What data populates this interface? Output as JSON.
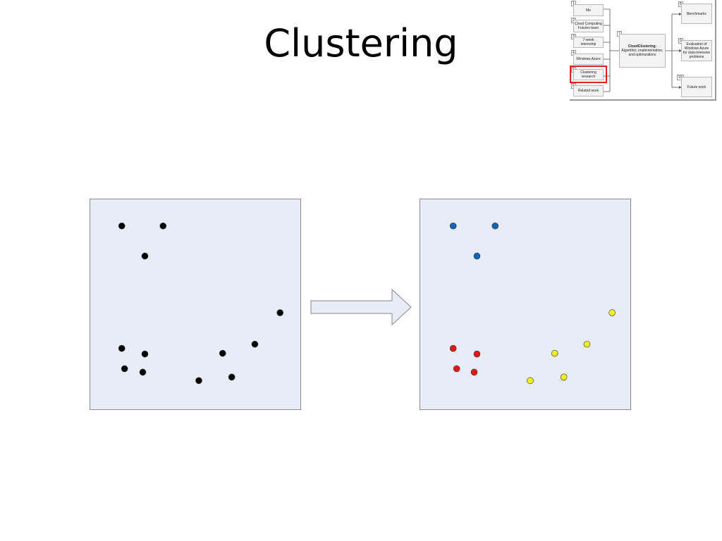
{
  "title": "Clustering",
  "thumbnail": {
    "items": [
      {
        "num": "1",
        "label": "Me"
      },
      {
        "num": "2",
        "label": "Cloud Computing Futures team"
      },
      {
        "num": "3",
        "label": "7-week internship"
      },
      {
        "num": "4",
        "label": "Windows Azure"
      },
      {
        "num": "5",
        "label": "Clustering research"
      },
      {
        "num": "6",
        "label": "Related work"
      }
    ],
    "center": {
      "num": "7",
      "title": "CloudClustering:",
      "subtitle": "Algorithm, implementation, and optimizations"
    },
    "outputs": [
      {
        "num": "8",
        "label": "Benchmarks"
      },
      {
        "num": "9",
        "label": "Evaluation of Windows Azure for data-intensive problems"
      },
      {
        "num": "10",
        "label": "Future work"
      }
    ],
    "highlight_color": "#e02020"
  },
  "chart_data": [
    {
      "type": "scatter",
      "xlim": [
        0,
        300
      ],
      "ylim": [
        0,
        300
      ],
      "points": [
        {
          "x": 45,
          "y": 262
        },
        {
          "x": 104,
          "y": 262
        },
        {
          "x": 78,
          "y": 219
        },
        {
          "x": 271,
          "y": 138
        },
        {
          "x": 45,
          "y": 87
        },
        {
          "x": 78,
          "y": 79
        },
        {
          "x": 189,
          "y": 80
        },
        {
          "x": 235,
          "y": 93
        },
        {
          "x": 49,
          "y": 58
        },
        {
          "x": 75,
          "y": 53
        },
        {
          "x": 155,
          "y": 41
        },
        {
          "x": 202,
          "y": 46
        }
      ],
      "color": "#000000"
    },
    {
      "type": "scatter",
      "xlim": [
        0,
        300
      ],
      "ylim": [
        0,
        300
      ],
      "series": [
        {
          "color": "#1464b4",
          "points": [
            {
              "x": 47,
              "y": 262
            },
            {
              "x": 107,
              "y": 262
            },
            {
              "x": 81,
              "y": 219
            }
          ]
        },
        {
          "color": "#e01818",
          "points": [
            {
              "x": 47,
              "y": 87
            },
            {
              "x": 81,
              "y": 79
            },
            {
              "x": 52,
              "y": 58
            },
            {
              "x": 77,
              "y": 53
            }
          ]
        },
        {
          "color": "#f2f020",
          "points": [
            {
              "x": 274,
              "y": 138
            },
            {
              "x": 192,
              "y": 80
            },
            {
              "x": 238,
              "y": 93
            },
            {
              "x": 157,
              "y": 41
            },
            {
              "x": 205,
              "y": 46
            }
          ]
        }
      ]
    }
  ],
  "colors": {
    "panel_bg": "#e7ecf6",
    "arrow_fill": "#e7ecf6",
    "arrow_stroke": "#8a8a8a"
  }
}
